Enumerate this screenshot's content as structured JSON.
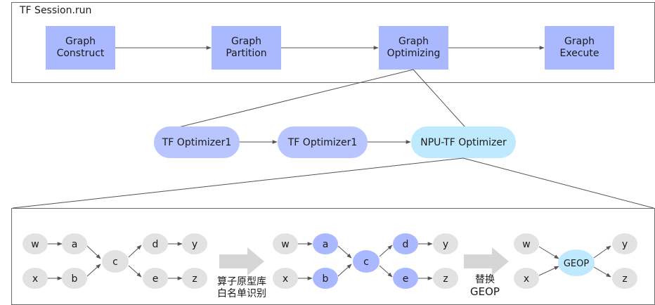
{
  "session_title": "TF Session.run",
  "stages": [
    {
      "line1": "Graph",
      "line2": "Construct"
    },
    {
      "line1": "Graph",
      "line2": "Partition"
    },
    {
      "line1": "Graph",
      "line2": "Optimizing"
    },
    {
      "line1": "Graph",
      "line2": "Execute"
    }
  ],
  "optimizers": [
    "TF Optimizer1",
    "TF Optimizer1",
    "NPU-TF Optimizer"
  ],
  "graph1": [
    "w",
    "a",
    "x",
    "b",
    "c",
    "d",
    "y",
    "e",
    "z"
  ],
  "graph2": [
    "w",
    "a",
    "x",
    "b",
    "c",
    "d",
    "y",
    "e",
    "z"
  ],
  "graph3": [
    "w",
    "x",
    "GEOP",
    "y",
    "z"
  ],
  "arrow1_label": [
    "算子原型库",
    "白名单识别"
  ],
  "arrow2_label": [
    "替换",
    "GEOP"
  ],
  "colors": {
    "stage_fill": "#aab9ff",
    "optimizer_fill": "#b9c5ff",
    "npu_fill": "#bfe9ff",
    "node_gray": "#e2e2e2",
    "node_blue": "#aab9ff",
    "geop_fill": "#bfe9ff",
    "arrow_gray": "#d6d6d6",
    "line": "#555555"
  },
  "icons": [
    "arrow-right-icon"
  ]
}
